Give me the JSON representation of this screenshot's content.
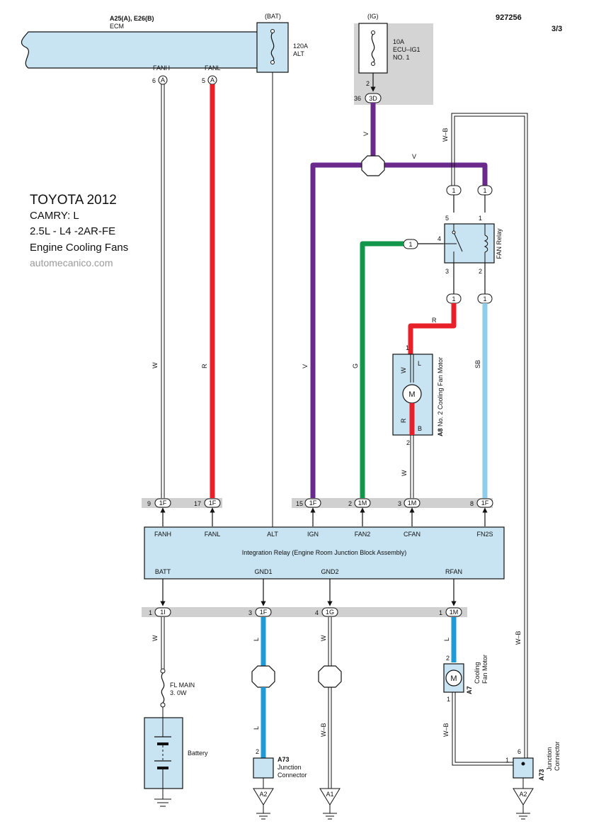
{
  "header": {
    "doc_id": "927256",
    "page": "3/3"
  },
  "title_block": {
    "line1": "TOYOTA 2012",
    "line2": "CAMRY: L",
    "line3": "2.5L - L4 -2AR-FE",
    "line4": "Engine Cooling Fans",
    "site": "automecanico.com"
  },
  "ecm": {
    "code": "A25(A), E26(B)",
    "name": "ECM",
    "pins": [
      {
        "name": "FANH",
        "num": "6",
        "conn": "A"
      },
      {
        "name": "FANL",
        "num": "5",
        "conn": "A"
      }
    ]
  },
  "fuses": {
    "bat": {
      "supply": "(BAT)",
      "rating": "120A",
      "name": "ALT"
    },
    "ig": {
      "supply": "(IG)",
      "rating": "10A",
      "name1": "ECU–IG1",
      "name2": "NO. 1",
      "pin": "2",
      "conn_num": "36",
      "conn": "3D"
    },
    "fl_main": {
      "name": "FL MAIN",
      "rating": "3. 0W"
    }
  },
  "fan_relay": {
    "name": "FAN Relay",
    "pins": [
      "5",
      "1",
      "4",
      "3",
      "2"
    ]
  },
  "motor2": {
    "code": "A8",
    "name": "No. 2 Cooling Fan Motor",
    "pin_top": "1",
    "pin_bottom": "2",
    "term_top": "L",
    "term_bottom": "B",
    "wire_top": "W",
    "wire_bottom": "R",
    "symbol": "M"
  },
  "motor1": {
    "code": "A7",
    "name1": "Cooling",
    "name2": "Fan Motor",
    "pin_top": "2",
    "pin_bottom": "1",
    "symbol": "M"
  },
  "integration_relay": {
    "name": "Integration Relay (Engine Room Junction Block Assembly)",
    "top_pins": [
      "FANH",
      "FANL",
      "ALT",
      "IGN",
      "FAN2",
      "CFAN",
      "FN2S"
    ],
    "bottom_pins": [
      "BATT",
      "GND1",
      "GND2",
      "RFAN"
    ]
  },
  "connectors_top": [
    {
      "num": "9",
      "conn": "1F"
    },
    {
      "num": "17",
      "conn": "1F"
    },
    {
      "num": "15",
      "conn": "1F"
    },
    {
      "num": "2",
      "conn": "1M"
    },
    {
      "num": "3",
      "conn": "1M"
    },
    {
      "num": "8",
      "conn": "1F"
    }
  ],
  "connectors_bottom": [
    {
      "num": "1",
      "conn": "1I"
    },
    {
      "num": "3",
      "conn": "1F"
    },
    {
      "num": "4",
      "conn": "1G"
    },
    {
      "num": "1",
      "conn": "1M"
    }
  ],
  "inline_connectors": [
    "1",
    "1",
    "1",
    "1",
    "1"
  ],
  "wires": {
    "fanh": "W",
    "fanl": "R",
    "ign": "V",
    "ig_feed": "V",
    "v_right": "V",
    "fan2": "G",
    "relay_to_motor": "R",
    "sb": "SB",
    "cfan": "W",
    "wb_top": "W–B",
    "wb_right": "W–B",
    "batt": "W",
    "gnd1_upper": "L",
    "gnd1_lower": "L",
    "gnd2_upper": "W",
    "gnd2_lower": "W–B",
    "rfan": "L",
    "motor1_lower": "W–B"
  },
  "battery": {
    "name": "Battery"
  },
  "junction_connectors": [
    {
      "code": "A73",
      "name1": "Junction",
      "name2": "Connector",
      "pin": "2"
    },
    {
      "code": "A73",
      "name1": "Junction",
      "name2": "Connector",
      "pin_top": "6",
      "pin_left": "1"
    }
  ],
  "grounds": [
    "A2",
    "A1",
    "A2"
  ],
  "colors": {
    "light_blue_fill": "#c8e4f2",
    "gray_bar": "#d0d0d0",
    "wire_red": "#e8202a",
    "wire_purple": "#6a2a8c",
    "wire_green": "#11974a",
    "wire_sky": "#8fcdea",
    "wire_blue": "#1e9ad6"
  }
}
